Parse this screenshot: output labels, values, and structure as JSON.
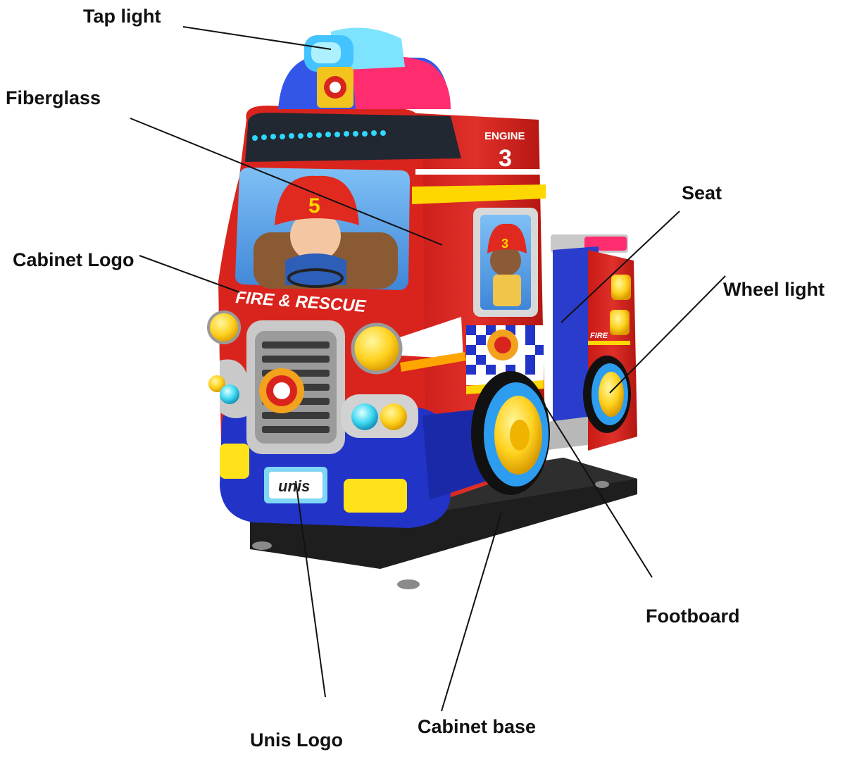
{
  "labels": {
    "tap_light": "Tap light",
    "fiberglass": "Fiberglass",
    "cabinet_logo": "Cabinet Logo",
    "seat": "Seat",
    "wheel_light": "Wheel light",
    "footboard": "Footboard",
    "unis_logo": "Unis Logo",
    "cabinet_base": "Cabinet base"
  },
  "machine_text": {
    "engine_word": "ENGINE",
    "engine_number": "3",
    "cabinet_logo_text": "FIRE & RESCUE",
    "side_panel_text": "FIRE",
    "helmet_left_number": "5",
    "helmet_right_number": "3",
    "base_logo": "unis"
  },
  "colors": {
    "body_red": "#d9241e",
    "bumper_blue": "#2233c8",
    "accent_yellow": "#ffd700",
    "base_black": "#1e1e1e",
    "light_blue": "#3aa8ff",
    "light_pink": "#ff2d6f",
    "window_blue": "#4f9fe6"
  }
}
